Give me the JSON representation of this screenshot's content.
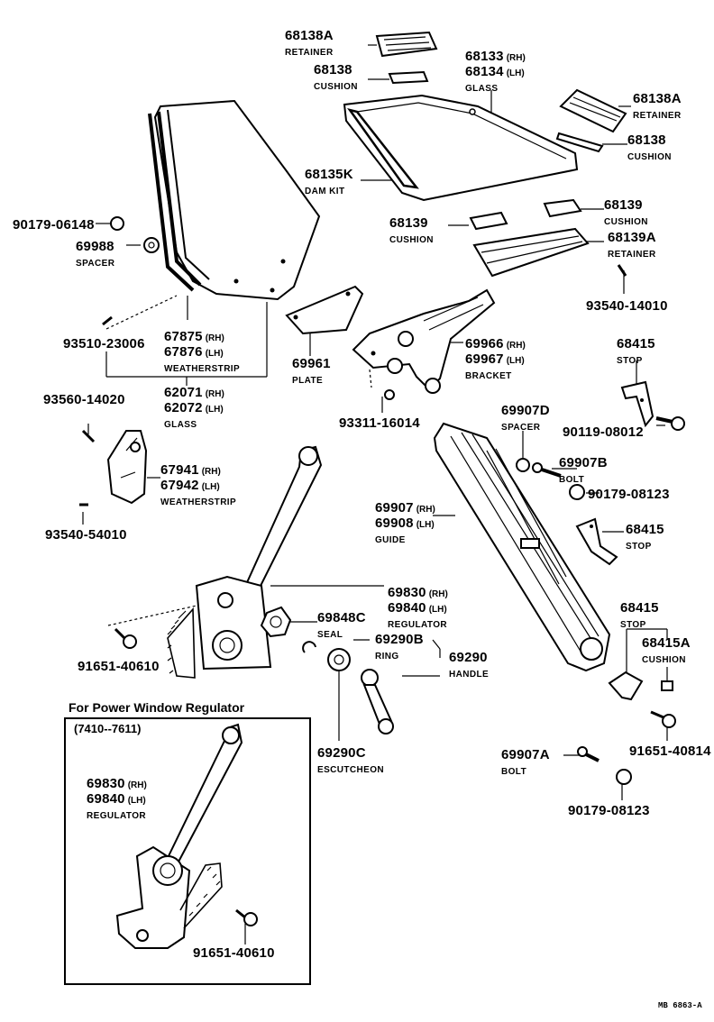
{
  "parts": [
    {
      "key": "p68138A_top",
      "lines": [
        {
          "num": "68138A"
        },
        {
          "sub": "RETAINER"
        }
      ]
    },
    {
      "key": "p68138_top",
      "lines": [
        {
          "num": "68138"
        },
        {
          "sub": "CUSHION"
        }
      ]
    },
    {
      "key": "p68133",
      "lines": [
        {
          "num": "68133",
          "side": "(RH)"
        },
        {
          "num": "68134",
          "side": "(LH)"
        },
        {
          "sub": "GLASS"
        }
      ]
    },
    {
      "key": "p68138A_right",
      "lines": [
        {
          "num": "68138A"
        },
        {
          "sub": "RETAINER"
        }
      ]
    },
    {
      "key": "p68138_right",
      "lines": [
        {
          "num": "68138"
        },
        {
          "sub": "CUSHION"
        }
      ]
    },
    {
      "key": "p68135K",
      "lines": [
        {
          "num": "68135K"
        },
        {
          "sub": "DAM KIT"
        }
      ]
    },
    {
      "key": "p90179_06148",
      "lines": [
        {
          "num": "90179-06148"
        }
      ]
    },
    {
      "key": "p69988",
      "lines": [
        {
          "num": "69988"
        },
        {
          "sub": "SPACER"
        }
      ]
    },
    {
      "key": "p68139_right",
      "lines": [
        {
          "num": "68139"
        },
        {
          "sub": "CUSHION"
        }
      ]
    },
    {
      "key": "p68139_left",
      "lines": [
        {
          "num": "68139"
        },
        {
          "sub": "CUSHION"
        }
      ]
    },
    {
      "key": "p68139A",
      "lines": [
        {
          "num": "68139A"
        },
        {
          "sub": "RETAINER"
        }
      ]
    },
    {
      "key": "p93540_14010",
      "lines": [
        {
          "num": "93540-14010"
        }
      ]
    },
    {
      "key": "p93510_23006",
      "lines": [
        {
          "num": "93510-23006"
        }
      ]
    },
    {
      "key": "p67875",
      "lines": [
        {
          "num": "67875",
          "side": "(RH)"
        },
        {
          "num": "67876",
          "side": "(LH)"
        },
        {
          "sub": "WEATHERSTRIP"
        }
      ]
    },
    {
      "key": "p69961",
      "lines": [
        {
          "num": "69961"
        },
        {
          "sub": "PLATE"
        }
      ]
    },
    {
      "key": "p69966",
      "lines": [
        {
          "num": "69966",
          "side": "(RH)"
        },
        {
          "num": "69967",
          "side": "(LH)"
        },
        {
          "sub": "BRACKET"
        }
      ]
    },
    {
      "key": "p68415_top",
      "lines": [
        {
          "num": "68415"
        },
        {
          "sub": "STOP"
        }
      ]
    },
    {
      "key": "p62071",
      "lines": [
        {
          "num": "62071",
          "side": "(RH)"
        },
        {
          "num": "62072",
          "side": "(LH)"
        },
        {
          "sub": "GLASS"
        }
      ]
    },
    {
      "key": "p93560_14020",
      "lines": [
        {
          "num": "93560-14020"
        }
      ]
    },
    {
      "key": "p93311_16014",
      "lines": [
        {
          "num": "93311-16014"
        }
      ]
    },
    {
      "key": "p69907D",
      "lines": [
        {
          "num": "69907D"
        },
        {
          "sub": "SPACER"
        }
      ]
    },
    {
      "key": "p90119_08012",
      "lines": [
        {
          "num": "90119-08012"
        }
      ]
    },
    {
      "key": "p67941",
      "lines": [
        {
          "num": "67941",
          "side": "(RH)"
        },
        {
          "num": "67942",
          "side": "(LH)"
        },
        {
          "sub": "WEATHERSTRIP"
        }
      ]
    },
    {
      "key": "p69907B",
      "lines": [
        {
          "num": "69907B"
        },
        {
          "sub": "BOLT"
        }
      ]
    },
    {
      "key": "p90179_08123_a",
      "lines": [
        {
          "num": "90179-08123"
        }
      ]
    },
    {
      "key": "p69907",
      "lines": [
        {
          "num": "69907",
          "side": "(RH)"
        },
        {
          "num": "69908",
          "side": "(LH)"
        },
        {
          "sub": "GUIDE"
        }
      ]
    },
    {
      "key": "p93540_54010",
      "lines": [
        {
          "num": "93540-54010"
        }
      ]
    },
    {
      "key": "p68415_mid",
      "lines": [
        {
          "num": "68415"
        },
        {
          "sub": "STOP"
        }
      ]
    },
    {
      "key": "p69830",
      "lines": [
        {
          "num": "69830",
          "side": "(RH)"
        },
        {
          "num": "69840",
          "side": "(LH)"
        },
        {
          "sub": "REGULATOR"
        }
      ]
    },
    {
      "key": "p68415_low",
      "lines": [
        {
          "num": "68415"
        },
        {
          "sub": "STOP"
        }
      ]
    },
    {
      "key": "p69848C",
      "lines": [
        {
          "num": "69848C"
        },
        {
          "sub": "SEAL"
        }
      ]
    },
    {
      "key": "p69290B",
      "lines": [
        {
          "num": "69290B"
        },
        {
          "sub": "RING"
        }
      ]
    },
    {
      "key": "p68415A",
      "lines": [
        {
          "num": "68415A"
        },
        {
          "sub": "CUSHION"
        }
      ]
    },
    {
      "key": "p69290",
      "lines": [
        {
          "num": "69290"
        },
        {
          "sub": "HANDLE"
        }
      ]
    },
    {
      "key": "p91651_40610_a",
      "lines": [
        {
          "num": "91651-40610"
        }
      ]
    },
    {
      "key": "p91651_40814",
      "lines": [
        {
          "num": "91651-40814"
        }
      ]
    },
    {
      "key": "p69907A",
      "lines": [
        {
          "num": "69907A"
        },
        {
          "sub": "BOLT"
        }
      ]
    },
    {
      "key": "p69290C",
      "lines": [
        {
          "num": "69290C"
        },
        {
          "sub": "ESCUTCHEON"
        }
      ]
    },
    {
      "key": "p90179_08123_b",
      "lines": [
        {
          "num": "90179-08123"
        }
      ]
    },
    {
      "key": "p69830_power",
      "lines": [
        {
          "num": "69830",
          "side": "(RH)"
        },
        {
          "num": "69840",
          "side": "(LH)"
        },
        {
          "sub": "REGULATOR"
        }
      ]
    },
    {
      "key": "p91651_40610_b",
      "lines": [
        {
          "num": "91651-40610"
        }
      ]
    }
  ],
  "inset": {
    "title": "For Power Window Regulator",
    "date_range": "(7410--7611)"
  },
  "footer_code": "MB 6863-A"
}
